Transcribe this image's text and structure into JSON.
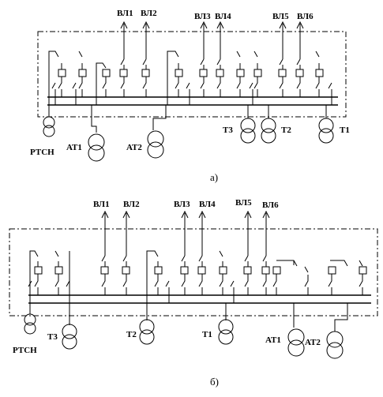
{
  "diagrams": [
    {
      "caption": "а)",
      "lines": [
        "ВЛ1",
        "ВЛ2",
        "ВЛ3",
        "ВЛ4",
        "ВЛ5",
        "ВЛ6"
      ],
      "transformers": [
        "РТСН",
        "АТ1",
        "АТ2",
        "Т3",
        "Т2",
        "Т1"
      ]
    },
    {
      "caption": "б)",
      "lines": [
        "ВЛ1",
        "ВЛ2",
        "ВЛ3",
        "ВЛ4",
        "ВЛ5",
        "ВЛ6"
      ],
      "transformers": [
        "РТСН",
        "Т3",
        "Т2",
        "Т1",
        "АТ1",
        "АТ2"
      ]
    }
  ]
}
